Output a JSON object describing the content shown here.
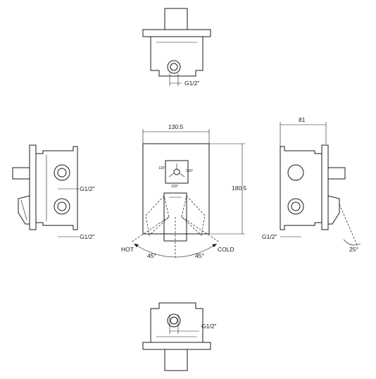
{
  "views": {
    "top": {
      "thread": "G1/2\""
    },
    "front": {
      "width": "130.5",
      "height": "180.5",
      "hot": "HOT",
      "cold": "COLD",
      "angle_left": "45°",
      "angle_right": "45°",
      "angle_a": "120°",
      "angle_b": "120°",
      "angle_c": "120°"
    },
    "left": {
      "thread_upper": "G1/2\"",
      "thread_lower": "G1/2\""
    },
    "right": {
      "depth": "81",
      "thread": "G1/2\"",
      "tilt": "25°"
    },
    "bottom": {
      "thread": "G1/2\""
    }
  }
}
